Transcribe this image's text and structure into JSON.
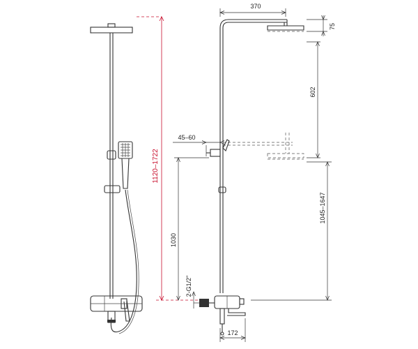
{
  "dimensions": {
    "head_arm_length": "370",
    "head_thickness": "75",
    "head_travel": "602",
    "holder_offset": "45–60",
    "total_height": "1120–1722",
    "outlet_height": "1030",
    "head_height_range": "1045–1647",
    "inlet_thread": "2-G1/2\"",
    "spout_length": "172"
  },
  "colors": {
    "line": "#333333",
    "accent_dimension": "#c8102e"
  }
}
